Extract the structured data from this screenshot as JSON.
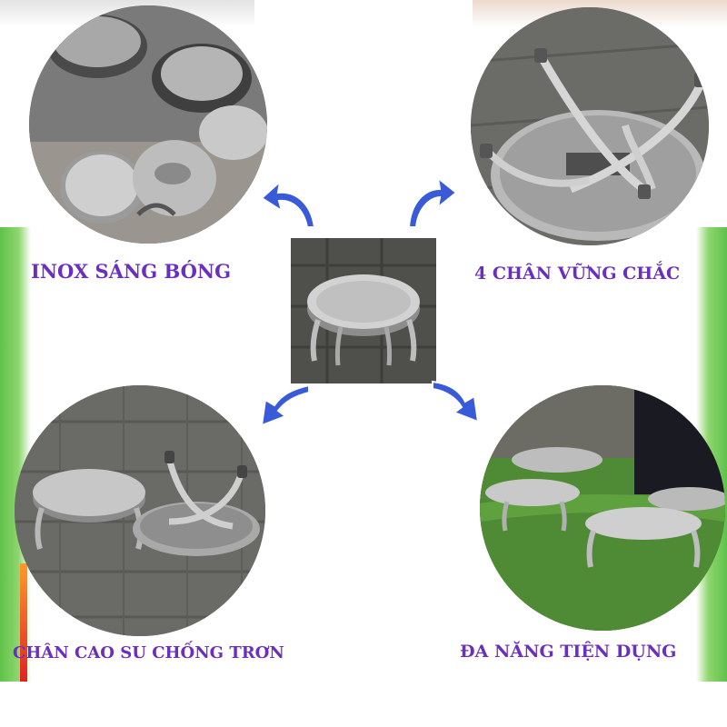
{
  "captions": {
    "top_left": "INOX SÁNG BÓNG",
    "top_right": "4 CHÂN VỮNG CHẮC",
    "bottom_left": "CHÂN CAO SU CHỐNG TRƠN",
    "bottom_right": "ĐA NĂNG TIỆN DỤNG"
  },
  "colors": {
    "caption": "#6a2fbf",
    "arrow_fill": "#3a5bd9",
    "arrow_stroke": "#ffffff",
    "side_green": "#5fc14a"
  },
  "icons": {
    "arrow": "curved-arrow-icon"
  }
}
